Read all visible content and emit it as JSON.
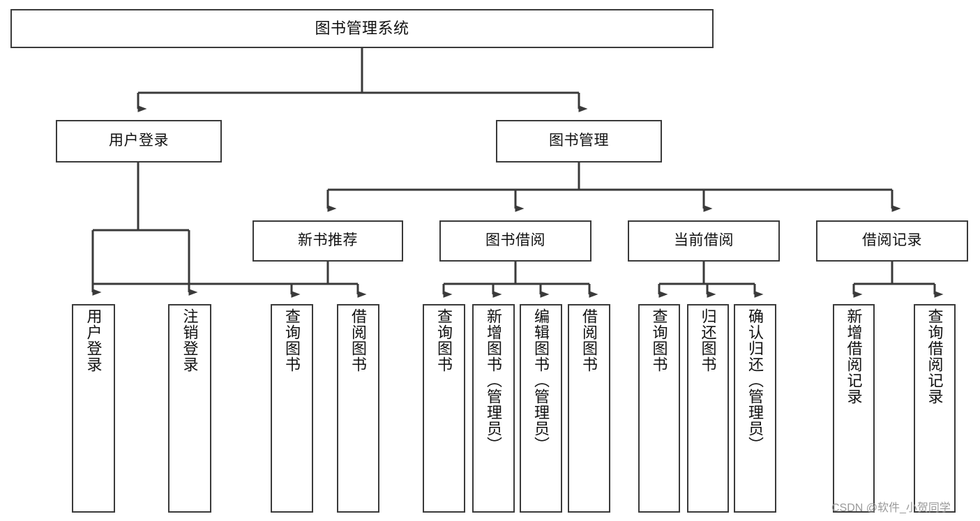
{
  "diagram": {
    "type": "tree",
    "title": "图书管理系统",
    "style": {
      "box_border_color": "#3a3a3a",
      "box_fill_color": "#ffffff",
      "connector_color": "#3a3a3a",
      "background_color": "#ffffff",
      "text_color": "#111111"
    },
    "nodes": {
      "root": {
        "label": "图书管理系统",
        "level": 0
      },
      "user_login": {
        "label": "用户登录",
        "level": 1
      },
      "book_mgmt": {
        "label": "图书管理",
        "level": 1
      },
      "new_book_rec": {
        "label": "新书推荐",
        "level": 2
      },
      "book_borrow": {
        "label": "图书借阅",
        "level": 2
      },
      "current_borrow": {
        "label": "当前借阅",
        "level": 2
      },
      "borrow_record": {
        "label": "借阅记录",
        "level": 2
      },
      "leaf_user_login": {
        "label": "用户登录",
        "level": 3
      },
      "leaf_logout": {
        "label": "注销登录",
        "level": 3
      },
      "leaf_query_book_1": {
        "label": "查询图书",
        "level": 3
      },
      "leaf_borrow_book_1": {
        "label": "借阅图书",
        "level": 3
      },
      "leaf_query_book_2": {
        "label": "查询图书",
        "level": 3
      },
      "leaf_add_book": {
        "label": "新增图书（管理员）",
        "level": 3
      },
      "leaf_edit_book": {
        "label": "编辑图书（管理员）",
        "level": 3
      },
      "leaf_borrow_book_2": {
        "label": "借阅图书",
        "level": 3
      },
      "leaf_query_book_3": {
        "label": "查询图书",
        "level": 3
      },
      "leaf_return_book": {
        "label": "归还图书",
        "level": 3
      },
      "leaf_confirm_return": {
        "label": "确认归还（管理员）",
        "level": 3
      },
      "leaf_add_record": {
        "label": "新增借阅记录",
        "level": 3
      },
      "leaf_query_record": {
        "label": "查询借阅记录",
        "level": 3
      }
    },
    "edges": [
      {
        "from": "root",
        "to": "user_login"
      },
      {
        "from": "root",
        "to": "book_mgmt"
      },
      {
        "from": "user_login",
        "to": "leaf_user_login"
      },
      {
        "from": "user_login",
        "to": "leaf_logout"
      },
      {
        "from": "book_mgmt",
        "to": "new_book_rec"
      },
      {
        "from": "book_mgmt",
        "to": "book_borrow"
      },
      {
        "from": "book_mgmt",
        "to": "current_borrow"
      },
      {
        "from": "book_mgmt",
        "to": "borrow_record"
      },
      {
        "from": "new_book_rec",
        "to": "leaf_query_book_1"
      },
      {
        "from": "new_book_rec",
        "to": "leaf_borrow_book_1"
      },
      {
        "from": "book_borrow",
        "to": "leaf_query_book_2"
      },
      {
        "from": "book_borrow",
        "to": "leaf_add_book"
      },
      {
        "from": "book_borrow",
        "to": "leaf_edit_book"
      },
      {
        "from": "book_borrow",
        "to": "leaf_borrow_book_2"
      },
      {
        "from": "current_borrow",
        "to": "leaf_query_book_3"
      },
      {
        "from": "current_borrow",
        "to": "leaf_return_book"
      },
      {
        "from": "current_borrow",
        "to": "leaf_confirm_return"
      },
      {
        "from": "borrow_record",
        "to": "leaf_add_record"
      },
      {
        "from": "borrow_record",
        "to": "leaf_query_record"
      }
    ]
  },
  "watermark": {
    "text": "CSDN @软件_小贺同学"
  }
}
